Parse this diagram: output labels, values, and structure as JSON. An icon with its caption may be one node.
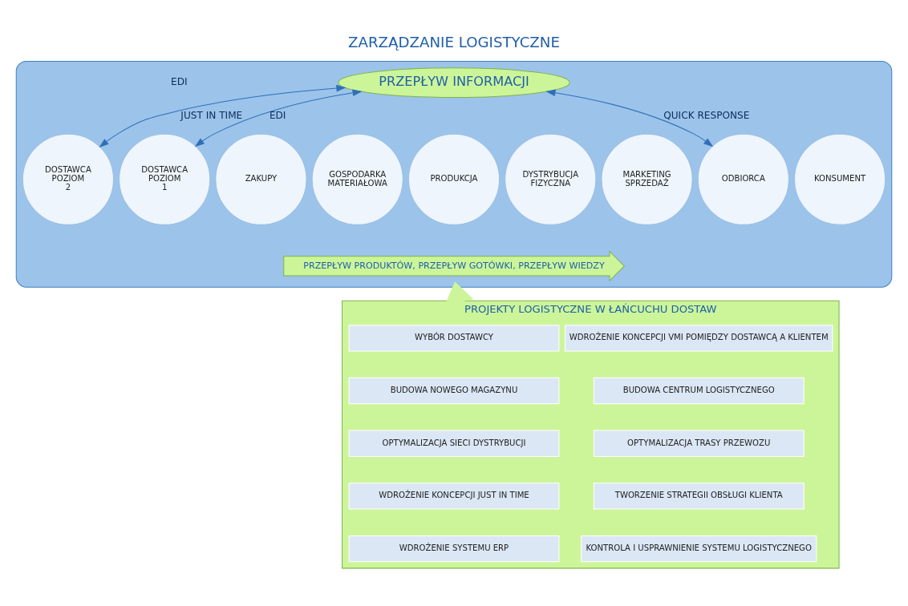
{
  "diagram": {
    "title": "ZARZĄDZANIE LOGISTYCZNE",
    "nodes": [
      {
        "text": [],
        "shape": "ellipse"
      },
      {
        "text": [
          "PRZEPŁYW INFORMACJI"
        ],
        "in": 0
      },
      {
        "text": [
          "DOSTAWCA POZIOM 2"
        ],
        "in": 0
      },
      {
        "text": [
          "DOSTAWCA POZIOM 1"
        ],
        "in": 0
      },
      {
        "text": [
          "ZAKUPY"
        ],
        "in": 0
      },
      {
        "text": [
          "GOSPODARKA MATERIAŁOWA"
        ],
        "in": 0
      },
      {
        "text": [
          "PRODUKCJA"
        ],
        "in": 0
      },
      {
        "text": [
          "DYSTRYBUCJA FIZYCZNA"
        ],
        "in": 0
      },
      {
        "text": [
          "MARKETING SPRZEDAŻ"
        ],
        "in": 0
      },
      {
        "text": [
          "ODBIORCA"
        ],
        "in": 0
      },
      {
        "text": [
          "KONSUMENT"
        ],
        "in": 0
      },
      {
        "text": [
          "PRZEPŁYW PRODUKTÓW, PRZEPŁYW GOTÓWKI, PRZEPŁYW WIEDZY"
        ],
        "in": 0
      },
      {
        "text": [
          "PROJEKTY LOGISTYCZNE W ŁAŃCUCHU DOSTAW"
        ]
      },
      {
        "text": [
          "WYBÓR DOSTAWCY"
        ],
        "in": 12
      },
      {
        "text": [
          "WDROŻENIE KONCEPCJI VMI POMIĘDZY DOSTAWCĄ A KLIENTEM"
        ],
        "in": 12
      },
      {
        "text": [
          "BUDOWA NOWEGO MAGAZYNU"
        ],
        "in": 12
      },
      {
        "text": [
          "BUDOWA CENTRUM LOGISTYCZNEGO"
        ],
        "in": 12
      },
      {
        "text": [
          "OPTYMALIZACJA SIECI DYSTRYBUCJI"
        ],
        "in": 12
      },
      {
        "text": [
          "OPTYMALIZACJA TRASY PRZEWOZU"
        ],
        "in": 12
      },
      {
        "text": [
          "WDROŻENIE KONCEPCJI JUST IN TIME"
        ],
        "in": 12
      },
      {
        "text": [
          "TWORZENIE STRATEGII OBSŁUGI KLIENTA"
        ],
        "in": 12
      },
      {
        "text": [
          "WDROŻENIE SYSTEMU ERP"
        ],
        "in": 12
      },
      {
        "text": [
          "KONTROLA I USPRAWNIENIE SYSTEMU LOGISTYCZNEGO"
        ],
        "in": 12
      }
    ],
    "edges": [
      {
        "from": 1,
        "to": 2,
        "arrow": "both",
        "label": "JUST IN TIME"
      },
      {
        "from": 1,
        "to": 3,
        "arrow": "both",
        "label": "EDI"
      },
      {
        "from": 1,
        "to": 9,
        "arrow": "both",
        "label": "QUICK RESPONSE"
      },
      {
        "from": 12,
        "to": 0,
        "arrow": "to",
        "style": "thick",
        "color": "#ccf59a"
      }
    ],
    "labels": [
      "EDI"
    ]
  }
}
